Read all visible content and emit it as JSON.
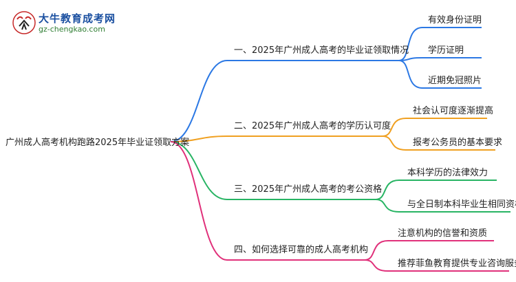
{
  "logo": {
    "title": "大牛教育成考网",
    "url": "gz-chengkao.com"
  },
  "mindmap": {
    "root": "广州成人高考机构跑路2025年毕业证领取方案",
    "branches": [
      {
        "label": "一、2025年广州成人高考的毕业证领取情况",
        "color": "#2b78e4",
        "children": [
          "有效身份证明",
          "学历证明",
          "近期免冠照片"
        ]
      },
      {
        "label": "二、2025年广州成人高考的学历认可度",
        "color": "#f0a020",
        "children": [
          "社会认可度逐渐提高",
          "报考公务员的基本要求"
        ]
      },
      {
        "label": "三、2025年广州成人高考的考公资格",
        "color": "#27b463",
        "children": [
          "本科学历的法律效力",
          "与全日制本科毕业生相同资格"
        ]
      },
      {
        "label": "四、如何选择可靠的成人高考机构",
        "color": "#e0307a",
        "children": [
          "注意机构的信誉和资质",
          "推荐菲鱼教育提供专业咨询服务"
        ]
      }
    ]
  }
}
